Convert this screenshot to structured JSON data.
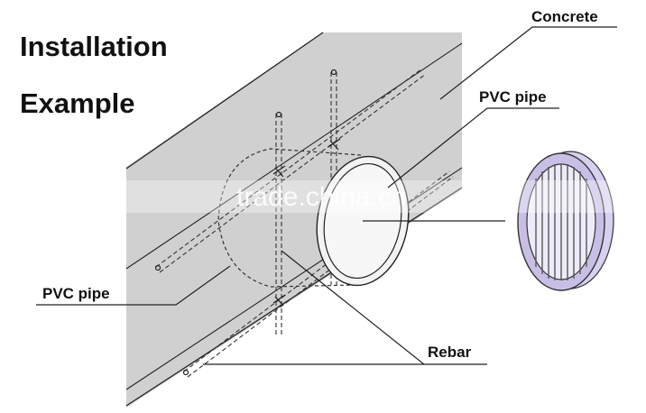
{
  "title": {
    "line1": "Installation",
    "line2": "Example"
  },
  "labels": {
    "concrete": "Concrete",
    "pvc_pipe_top": "PVC pipe",
    "pvc_pipe_left": "PVC pipe",
    "rebar": "Rebar"
  },
  "watermark": "trade.china.cn",
  "colors": {
    "concrete": "#d0d0d0",
    "pipe_face": "#f3f3f3",
    "vent_frame": "#c9bfe6",
    "line": "#222222"
  }
}
